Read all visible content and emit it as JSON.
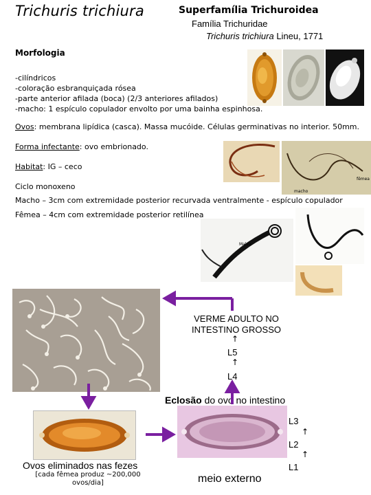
{
  "header": {
    "title": "Trichuris trichiura",
    "superfamily": "Superfamília Trichuroidea",
    "family": "Família Trichuridae",
    "species_name": "Trichuris trichiura",
    "species_author": " Lineu, 1771"
  },
  "morfologia": {
    "heading": "Morfologia",
    "bullets": [
      "-cilíndricos",
      "-coloração esbranquiçada rósea",
      "-parte anterior afilada (boca) (2/3 anteriores afilados)",
      "-macho: 1 espículo copulador envolto por uma bainha espinhosa."
    ]
  },
  "ovos": {
    "label": "Ovos",
    "text": ": membrana lipídica (casca). Massa mucóide. Células germinativas no interior. 50mm."
  },
  "forma": {
    "label": "Forma infectante",
    "text": ": ovo embrionado."
  },
  "habitat": {
    "label": "Habitat",
    "text": ": IG – ceco"
  },
  "ciclo": "Ciclo monoxeno",
  "macho": "Macho – 3cm com extremidade posterior recurvada ventralmente  - espículo copulador",
  "femea": "Fêmea – 4cm com extremidade posterior retilínea",
  "photo_labels": {
    "femea": "fêmea",
    "macho": "macho",
    "malva": "Malva"
  },
  "cycle": {
    "adult_line1": "VERME ADULTO NO",
    "adult_line2": "INTESTINO GROSSO",
    "l5": "L5",
    "l4": "L4",
    "eclosao_bold": "Eclosão",
    "eclosao_rest": " do ovo no intestino",
    "l3": "L3",
    "l2": "L2",
    "l1": "L1",
    "ovos_eliminados": "Ovos eliminados nas fezes",
    "femea_produz_1": "[cada fêmea produz ~200,000",
    "femea_produz_2": "ovos/dia]",
    "meio_externo": "meio externo"
  },
  "colors": {
    "arrow": "#7a1fa0",
    "egg_orange": "#c8701a",
    "egg_pink": "#d6a3c8"
  }
}
